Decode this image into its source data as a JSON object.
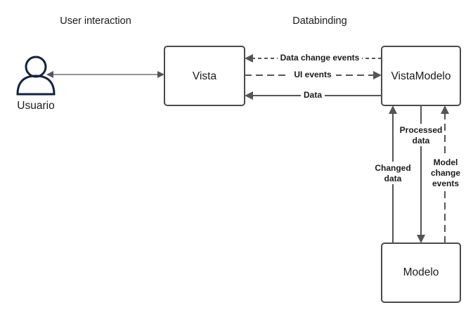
{
  "headings": {
    "left": "User interaction",
    "right": "Databinding"
  },
  "actor": {
    "label": "Usuario",
    "icon": "user-icon",
    "icon_color": "#13223f"
  },
  "nodes": {
    "vista": "Vista",
    "vistamodelo": "VistaModelo",
    "modelo": "Modelo"
  },
  "edges": {
    "data_change_events": "Data change events",
    "ui_events": "UI events",
    "data": "Data",
    "processed_data": [
      "Processed",
      "data"
    ],
    "changed_data": [
      "Changed",
      "data"
    ],
    "model_change_events": [
      "Model",
      "change",
      "events"
    ]
  },
  "colors": {
    "stroke": "#4a4a4a",
    "arrow": "#555555"
  }
}
